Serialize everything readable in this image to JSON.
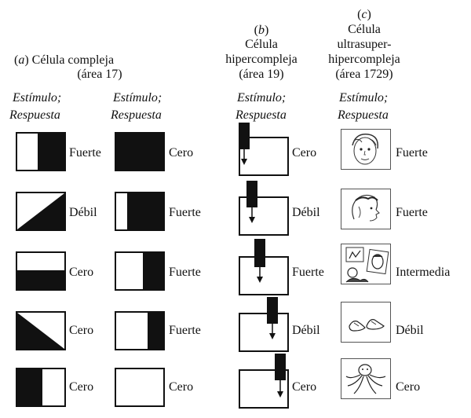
{
  "columns": {
    "a": {
      "letter": "a",
      "title": "Célula compleja",
      "area": "(área 17)"
    },
    "b": {
      "letter": "b",
      "title_line1": "Célula",
      "title_line2": "hipercompleja",
      "area": "(área 19)"
    },
    "c": {
      "letter": "c",
      "title_line1": "Célula",
      "title_line2": "ultrasuper-",
      "title_line3": "hipercompleja",
      "area": "(área 1729)"
    }
  },
  "header": {
    "stimulus": "Estímulo;",
    "response": "Respuesta"
  },
  "col1": [
    "Fuerte",
    "Débil",
    "Cero",
    "Cero",
    "Cero"
  ],
  "col2": [
    "Cero",
    "Fuerte",
    "Fuerte",
    "Fuerte",
    "Cero"
  ],
  "col3": [
    "Cero",
    "Débil",
    "Fuerte",
    "Débil",
    "Cero"
  ],
  "col4": [
    "Fuerte",
    "Fuerte",
    "Intermedia",
    "Débil",
    "Cero"
  ],
  "pictures": [
    "face-drawing",
    "face-profile-drawing",
    "collage-drawing",
    "shoes-drawing",
    "octopus-drawing"
  ]
}
